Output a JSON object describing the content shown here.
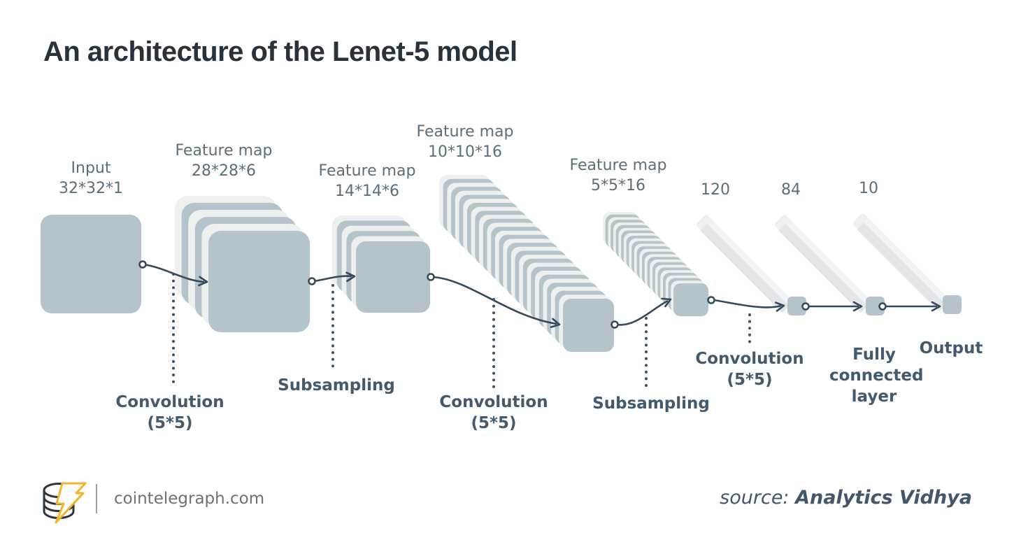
{
  "title": "An architecture of the Lenet-5 model",
  "diagram": {
    "layers": [
      {
        "name": "Input",
        "dims": "32*32*1"
      },
      {
        "name": "Feature map",
        "dims": "28*28*6"
      },
      {
        "name": "Feature map",
        "dims": "14*14*6"
      },
      {
        "name": "Feature map",
        "dims": "10*10*16"
      },
      {
        "name": "Feature map",
        "dims": "5*5*16"
      },
      {
        "units": "120"
      },
      {
        "units": "84"
      },
      {
        "units": "10"
      }
    ],
    "operations": [
      {
        "label": "Convolution",
        "detail": "(5*5)"
      },
      {
        "label": "Subsampling"
      },
      {
        "label": "Convolution",
        "detail": "(5*5)"
      },
      {
        "label": "Subsampling"
      },
      {
        "label": "Convolution",
        "detail": "(5*5)"
      },
      {
        "label": "Fully connected layer"
      },
      {
        "label": "Output"
      }
    ]
  },
  "footer": {
    "site": "cointelegraph.com",
    "source_prefix": "source:",
    "source_name": "Analytics Vidhya"
  },
  "colors": {
    "block_gray": "#b5c3ca",
    "block_light": "#eef0f0",
    "bar_body": "#e2e6e8",
    "bar_bevel": "#f1f4f5",
    "arrow": "#35495c",
    "dotted": "#3e5366",
    "layer_label": "#5b6e7b",
    "operation_label": "#43596c",
    "title": "#27323c",
    "logo_yellow": "#f5b32a",
    "logo_dark": "#2b3540"
  }
}
